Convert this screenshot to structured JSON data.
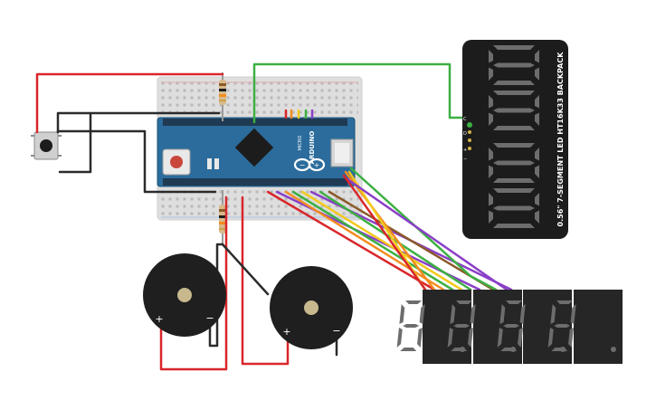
{
  "arduino": {
    "brand": "ARDUINO",
    "model": "MICRO",
    "color": "#2b6c9c"
  },
  "backpack": {
    "label": "0.56\" 7-SEGMENT LED HT16K33 BACKPACK",
    "pin_c": "C",
    "pin_d": "D",
    "pin_plus": "+",
    "pin_minus": "−"
  },
  "buzzers": [
    {
      "plus": "+",
      "minus": "−"
    },
    {
      "plus": "+",
      "minus": "−"
    }
  ],
  "wire_colors": {
    "red": "#d9262b",
    "black": "#2b2b2b",
    "green": "#3cb043",
    "orange": "#f28c1e",
    "yellow": "#f2c91e",
    "purple": "#8a3fc7",
    "brown": "#8b5a2b"
  }
}
